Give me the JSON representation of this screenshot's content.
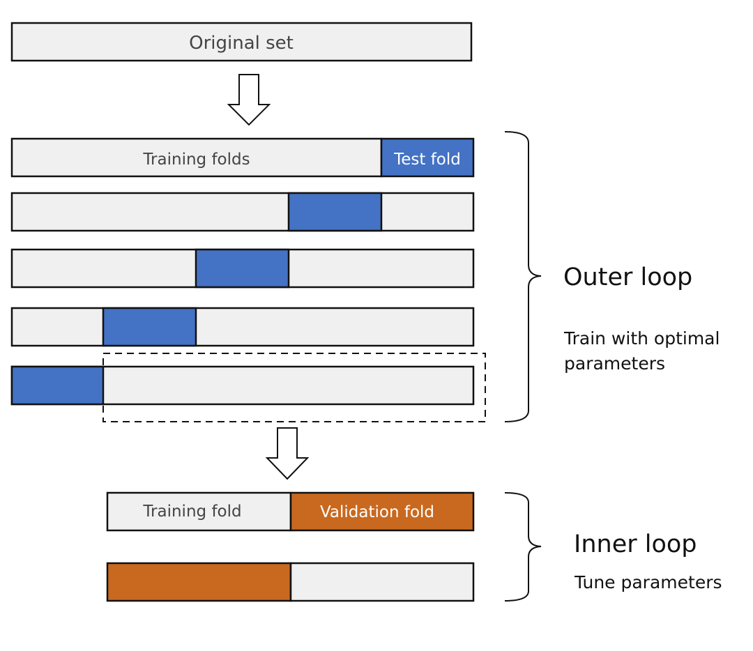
{
  "original_set": {
    "label": "Original set"
  },
  "outer": {
    "training_label": "Training folds",
    "test_label": "Test fold",
    "loop_title": "Outer loop",
    "loop_desc_line1": "Train with optimal",
    "loop_desc_line2": "parameters"
  },
  "inner": {
    "training_label": "Training fold",
    "validation_label": "Validation fold",
    "loop_title": "Inner loop",
    "loop_desc": "Tune parameters"
  },
  "colors": {
    "fold_gray": "#f0f0f0",
    "test_blue": "#4472c4",
    "validation_orange": "#c8691f",
    "stroke": "#111111",
    "label_dark": "#444444",
    "label_light": "#ffffff"
  }
}
